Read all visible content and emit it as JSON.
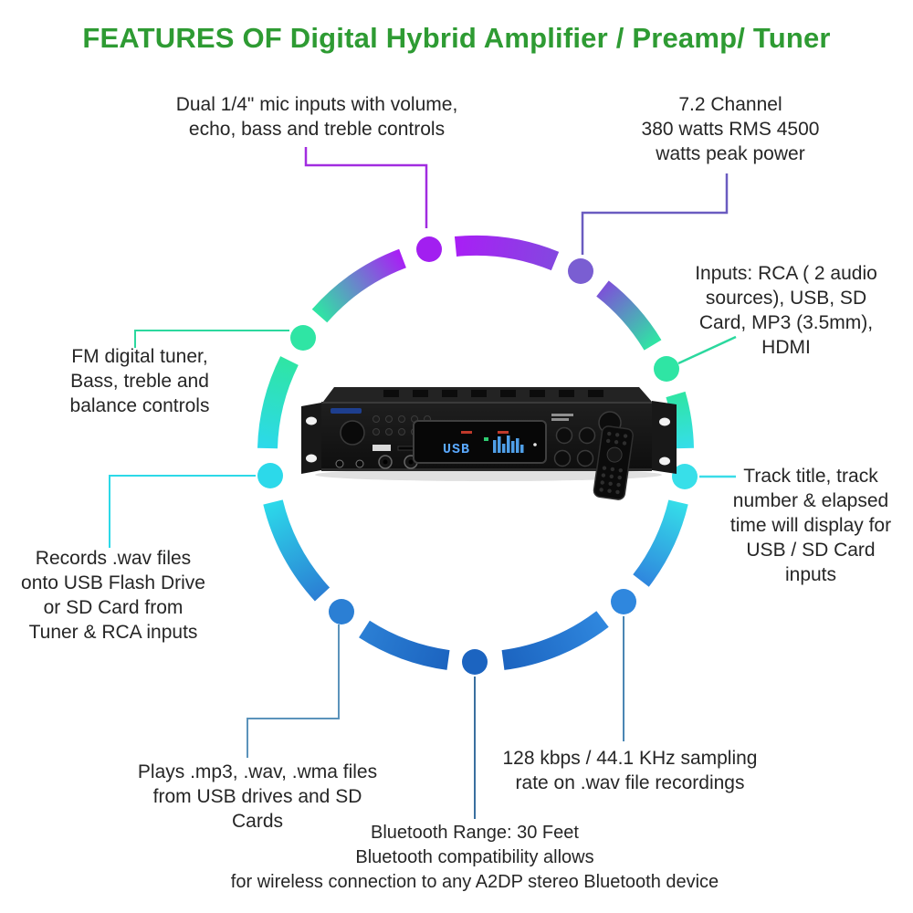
{
  "title": "FEATURES OF Digital Hybrid Amplifier / Preamp/ Tuner",
  "features": {
    "mic_inputs": "Dual 1/4\" mic inputs with volume,\necho, bass and treble controls",
    "channel_power": "7.2 Channel\n380 watts RMS 4500\nwatts peak power",
    "inputs": "Inputs: RCA ( 2 audio\nsources), USB, SD\nCard, MP3 (3.5mm),\nHDMI",
    "fm_tuner": "FM digital tuner,\nBass, treble and\nbalance controls",
    "track_display": "Track title, track\nnumber & elapsed\ntime will display for\nUSB / SD Card\ninputs",
    "records_wav": "Records .wav files\nonto USB Flash Drive\nor SD Card from\nTuner & RCA inputs",
    "plays_files": "Plays .mp3, .wav, .wma files\nfrom USB drives and SD\nCards",
    "sampling_rate": "128 kbps / 44.1 KHz sampling\nrate on .wav file recordings",
    "bluetooth": "Bluetooth Range: 30 Feet\nBluetooth compatibility allows\nfor wireless connection to any A2DP stereo Bluetooth device"
  },
  "product": {
    "display_text": "USB"
  },
  "colors": {
    "title_green": "#2e9b33",
    "text_dark": "#262626",
    "ring_purple": "#a21ff0",
    "ring_violet": "#7a5ed2",
    "ring_green": "#2fe5a4",
    "ring_cyan": "#35dee9",
    "ring_blue": "#2f87de",
    "ring_dark_blue": "#1c64c0"
  }
}
